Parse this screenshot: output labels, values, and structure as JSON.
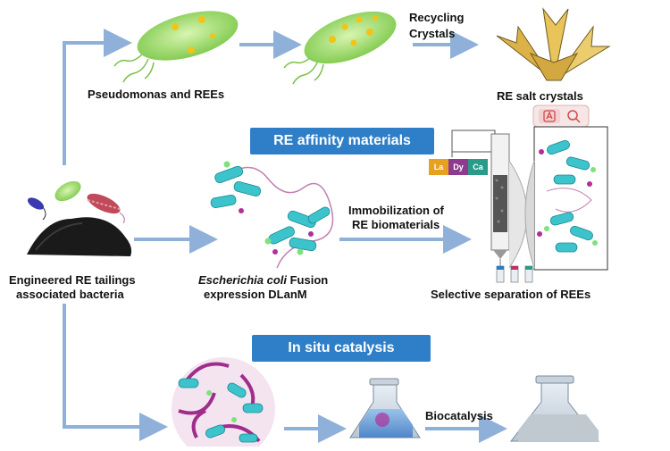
{
  "labels": {
    "pseudomonas": "Pseudomonas and REEs",
    "recycling": "Recycling",
    "crystals": "Crystals",
    "re_salt": "RE salt crystals",
    "engineered_line1": "Engineered RE tailings",
    "engineered_line2": "associated bacteria",
    "ecoli_italic": "Escherichia coli",
    "ecoli_rest": " Fusion",
    "expression": "expression DLanM",
    "immob_line1": "Immobilization of",
    "immob_line2": "RE biomaterials",
    "selective": "Selective separation of REEs",
    "biocatalysis": "Biocatalysis"
  },
  "banners": {
    "affinity": "RE affinity materials",
    "catalysis": "In situ catalysis"
  },
  "element_chips": [
    {
      "symbol": "La",
      "color": "#e8a020"
    },
    {
      "symbol": "Dy",
      "color": "#8e3a8e"
    },
    {
      "symbol": "Ca",
      "color": "#2a9a8a"
    }
  ],
  "colors": {
    "arrow": "#8fb0d8",
    "banner": "#2f7fc8",
    "bacteria": "#9fd86a",
    "protein": "#3cc3cc",
    "crystal": "#e8c45a",
    "magenta": "#b0309a"
  },
  "icons": [
    "search-icon",
    "translate-icon"
  ]
}
